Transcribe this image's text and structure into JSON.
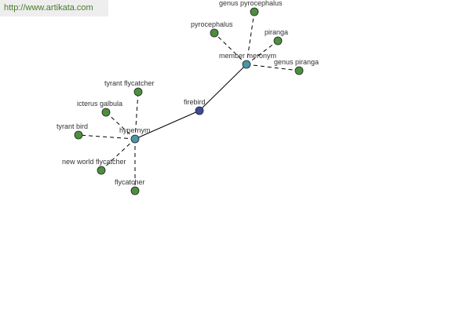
{
  "header": {
    "url": "http://www.artikata.com"
  },
  "colors": {
    "leaf_node": "#4c8f3c",
    "relation_node": "#4a97a5",
    "center_node": "#3c4a9a",
    "edge": "#000000",
    "url_text": "#4a7a2c"
  },
  "graph": {
    "center": {
      "id": "firebird",
      "label": "firebird"
    },
    "relations": [
      {
        "id": "hypernym",
        "label": "hypernym",
        "children": [
          "tyrant flycatcher",
          "icterus galbula",
          "tyrant bird",
          "new world flycatcher",
          "flycatcher"
        ]
      },
      {
        "id": "member-meronym",
        "label": "member meronym",
        "children": [
          "genus pyrocephalus",
          "pyrocephalus",
          "piranga",
          "genus piranga"
        ]
      }
    ]
  }
}
